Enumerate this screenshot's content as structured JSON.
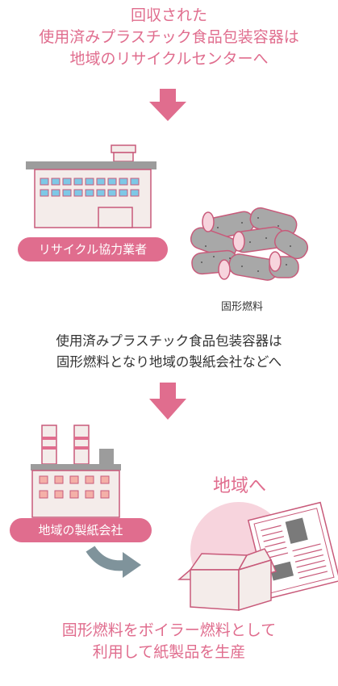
{
  "colors": {
    "accent": "#e06d8e",
    "arrow": "#e06d8e",
    "factory_stroke": "#c85a7a",
    "wall": "#f4ecea",
    "window": "#7ec8e6",
    "fuel_fill": "#a8a8a8",
    "paper_circle": "#f7d4dd",
    "box": "#f4ecea",
    "curve_arrow": "#7f939b"
  },
  "top_text": {
    "line1": "回収された",
    "line2": "使用済みプラスチック食品包装容器は",
    "line3": "地域のリサイクルセンターへ"
  },
  "recycler_label": "リサイクル協力業者",
  "fuel_label": "固形燃料",
  "middle_text": {
    "line1": "使用済みプラスチック食品包装容器は",
    "line2": "固形燃料となり地域の製紙会社などへ"
  },
  "paper_company_label": "地域の製紙会社",
  "to_region_label": "地域へ",
  "bottom_text": {
    "line1": "固形燃料をボイラー燃料として",
    "line2": "利用して紙製品を生産"
  }
}
